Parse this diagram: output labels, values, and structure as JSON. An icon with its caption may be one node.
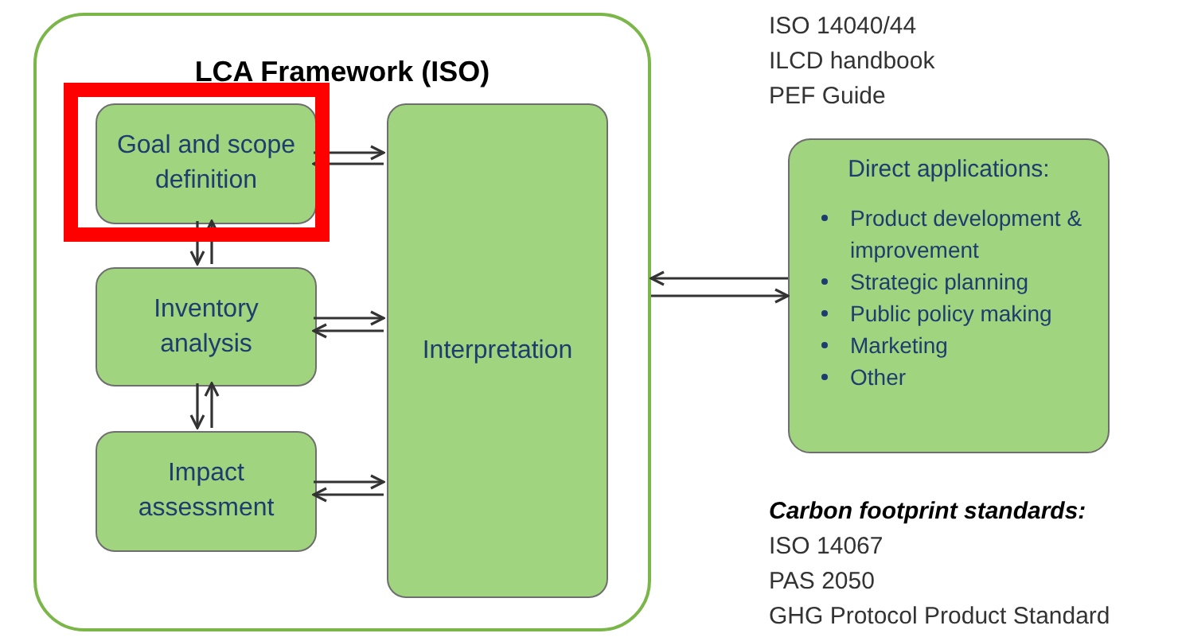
{
  "diagram": {
    "nodes": [
      {
        "text": [
          "LCA Framework (ISO)"
        ]
      },
      {
        "text": [
          "Goal and scope definition"
        ],
        "in": 0
      },
      {
        "text": [
          "Inventory analysis"
        ],
        "in": 0
      },
      {
        "text": [
          "Impact assessment"
        ],
        "in": 0
      },
      {
        "text": [
          "Interpretation"
        ],
        "in": 0
      },
      {
        "text": [
          "Direct applications:",
          "Product development & improvement",
          "Strategic planning",
          "Public policy making",
          "Marketing",
          "Other"
        ]
      }
    ],
    "edges": [
      {
        "from": 1,
        "to": 2,
        "arrow": "to"
      },
      {
        "from": 2,
        "to": 1,
        "arrow": "to"
      },
      {
        "from": 2,
        "to": 3,
        "arrow": "to"
      },
      {
        "from": 3,
        "to": 2,
        "arrow": "to"
      },
      {
        "from": 1,
        "to": 4,
        "arrow": "to"
      },
      {
        "from": 4,
        "to": 1,
        "arrow": "to"
      },
      {
        "from": 2,
        "to": 4,
        "arrow": "to"
      },
      {
        "from": 4,
        "to": 2,
        "arrow": "to"
      },
      {
        "from": 3,
        "to": 4,
        "arrow": "to"
      },
      {
        "from": 4,
        "to": 3,
        "arrow": "to"
      },
      {
        "from": 5,
        "to": 0,
        "arrow": "to"
      },
      {
        "from": 0,
        "to": 5,
        "arrow": "to"
      }
    ],
    "labels": [
      "ISO 14040/44",
      "ILCD handbook",
      "PEF Guide",
      "Carbon footprint standards:",
      "ISO 14067",
      "PAS 2050",
      "GHG Protocol Product Standard"
    ]
  }
}
